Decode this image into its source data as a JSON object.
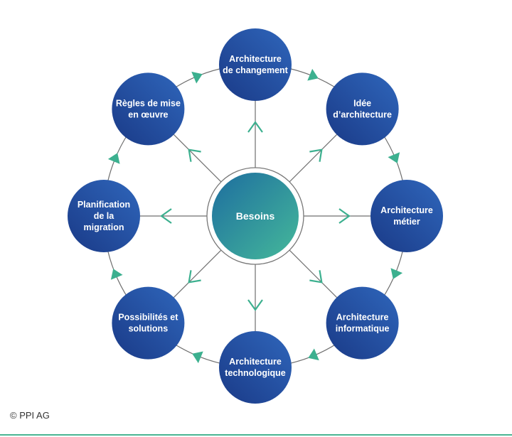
{
  "center": {
    "label": "Besoins"
  },
  "nodes": [
    {
      "id": "architecture-de-changement",
      "lines": [
        "Architecture",
        "de changement"
      ]
    },
    {
      "id": "idee-d-architecture",
      "lines": [
        "Idée",
        "d’architecture"
      ]
    },
    {
      "id": "architecture-metier",
      "lines": [
        "Architecture",
        "métier"
      ]
    },
    {
      "id": "architecture-informatique",
      "lines": [
        "Architecture",
        "informatique"
      ]
    },
    {
      "id": "architecture-technologique",
      "lines": [
        "Architecture",
        "technologique"
      ]
    },
    {
      "id": "possibilites-et-solutions",
      "lines": [
        "Possibilités et",
        "solutions"
      ]
    },
    {
      "id": "planification-de-la-migration",
      "lines": [
        "Planification",
        "de la",
        "migration"
      ]
    },
    {
      "id": "regles-de-mise-en-oeuvre",
      "lines": [
        "Règles de mise",
        "en œuvre"
      ]
    }
  ],
  "copyright": "© PPI AG",
  "colors": {
    "node_dark": "#1d3f8f",
    "node_light": "#2f63b8",
    "center_dark": "#1d6f9e",
    "center_light": "#3fb39b",
    "arrow": "#3cb08f",
    "line": "#6f6f6f"
  }
}
